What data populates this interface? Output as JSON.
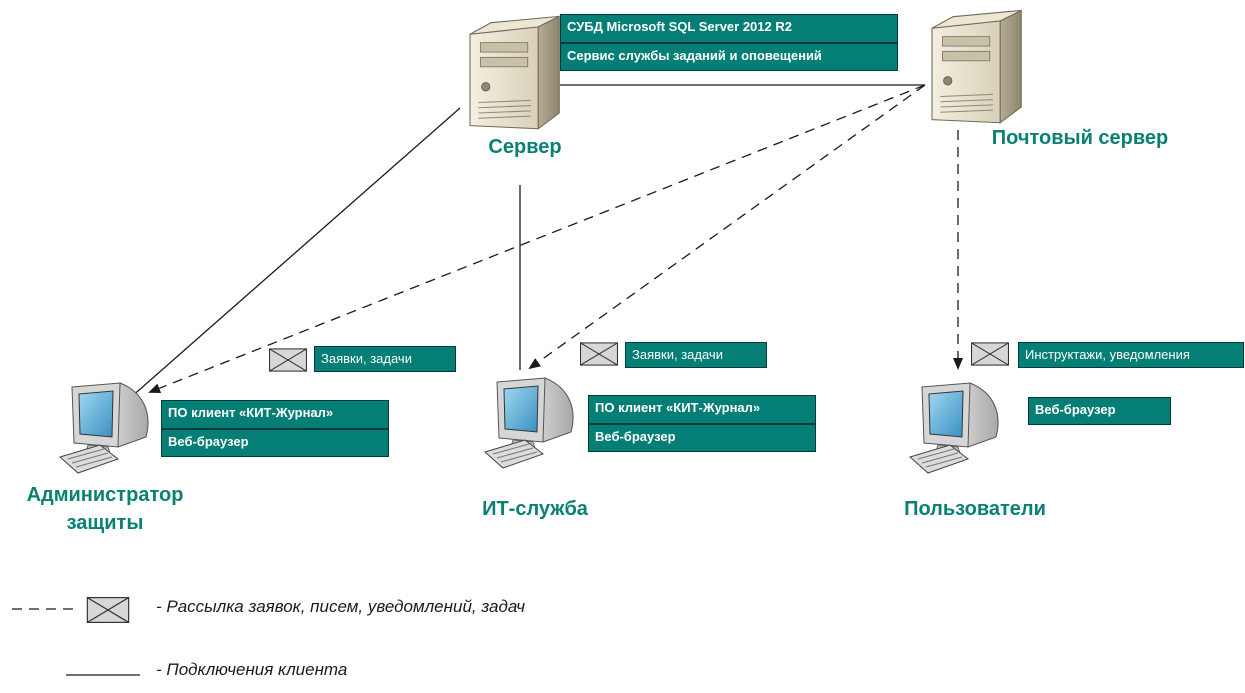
{
  "nodes": {
    "server": {
      "title": "Сервер",
      "modules": [
        "СУБД Microsoft SQL Server 2012 R2",
        "Сервис службы заданий и оповещений"
      ]
    },
    "mail_server": {
      "title": "Почтовый сервер"
    },
    "admin": {
      "title_line1": "Администратор",
      "title_line2": "защиты",
      "modules": [
        "ПО клиент «КИТ-Журнал»",
        "Веб-браузер"
      ]
    },
    "it_service": {
      "title": "ИТ-служба",
      "modules": [
        "ПО клиент «КИТ-Журнал»",
        "Веб-браузер"
      ]
    },
    "users": {
      "title": "Пользователи",
      "modules": [
        "Веб-браузер"
      ]
    }
  },
  "messages": {
    "admin": "Заявки, задачи",
    "it_service": "Заявки, задачи",
    "users": "Инструктажи, уведомления"
  },
  "legend": {
    "mailing": "- Рассылка заявок,  писем, уведомлений, задач",
    "connection": "- Подключения клиента"
  },
  "colors": {
    "accent": "#057f76",
    "title": "#0a8075",
    "line": "#1a1a1a"
  }
}
